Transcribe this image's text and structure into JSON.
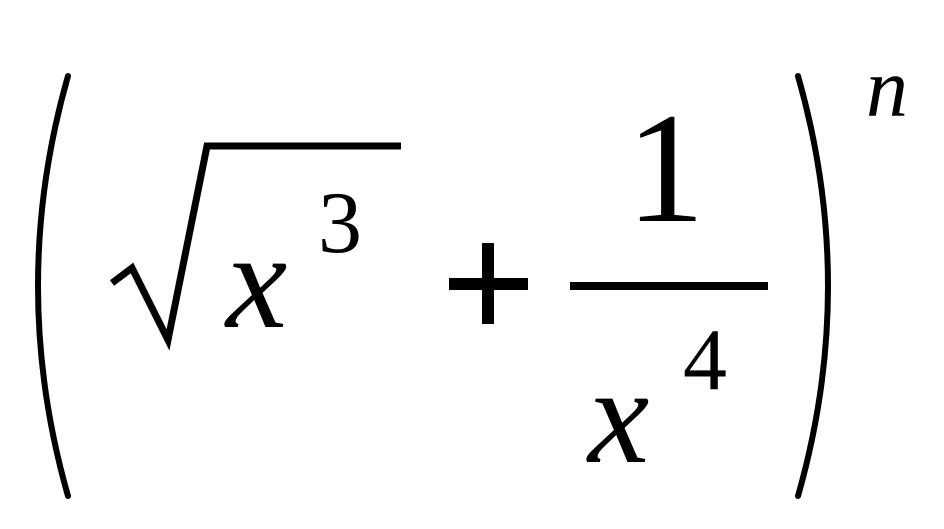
{
  "expression": {
    "radicand_base": "x",
    "radicand_exponent": "3",
    "operator": "+",
    "fraction_numerator": "1",
    "fraction_denominator_base": "x",
    "fraction_denominator_exponent": "4",
    "outer_exponent": "n"
  },
  "colors": {
    "ink": "#000000",
    "background": "#ffffff"
  }
}
